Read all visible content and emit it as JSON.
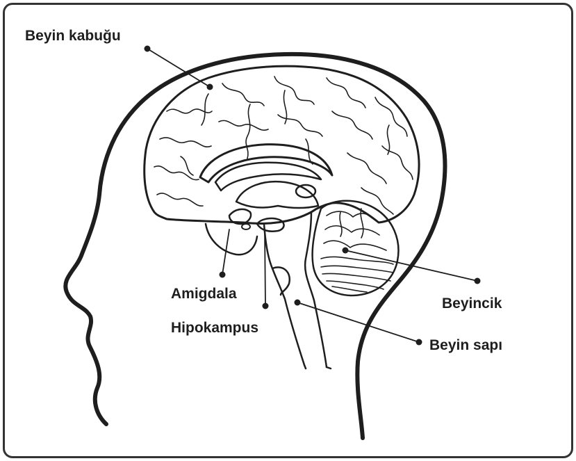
{
  "labels": {
    "cortex": "Beyin kabuğu",
    "amygdala": "Amigdala",
    "hippocampus": "Hipokampus",
    "cerebellum": "Beyincik",
    "brainstem": "Beyin sapı"
  },
  "colors": {
    "ink": "#1e1e1e",
    "border": "#333333",
    "background": "#ffffff"
  }
}
